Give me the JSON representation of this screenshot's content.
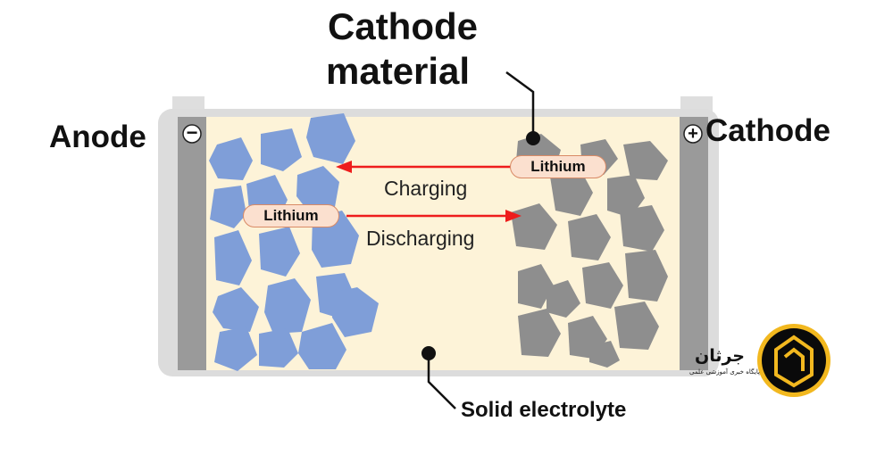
{
  "labels": {
    "cathode_material_line1": "Cathode",
    "cathode_material_line2": "material",
    "anode": "Anode",
    "cathode": "Cathode",
    "charging": "Charging",
    "discharging": "Discharging",
    "lithium_top": "Lithium",
    "lithium_bottom": "Lithium",
    "solid_electrolyte": "Solid electrolyte",
    "minus_sign": "−",
    "plus_sign": "+"
  },
  "watermark": {
    "name": "جرثان",
    "tagline": "پایگاه خبری آموزشی علمی"
  },
  "colors": {
    "electrolyte": "#fdf3d8",
    "casing": "#dcdcdc",
    "electrode": "#9a9a9a",
    "anode_particles": "#7f9ed8",
    "cathode_particles": "#8e8e8e",
    "arrows": "#ee1c1c",
    "logo_ring": "#f2b81f"
  }
}
